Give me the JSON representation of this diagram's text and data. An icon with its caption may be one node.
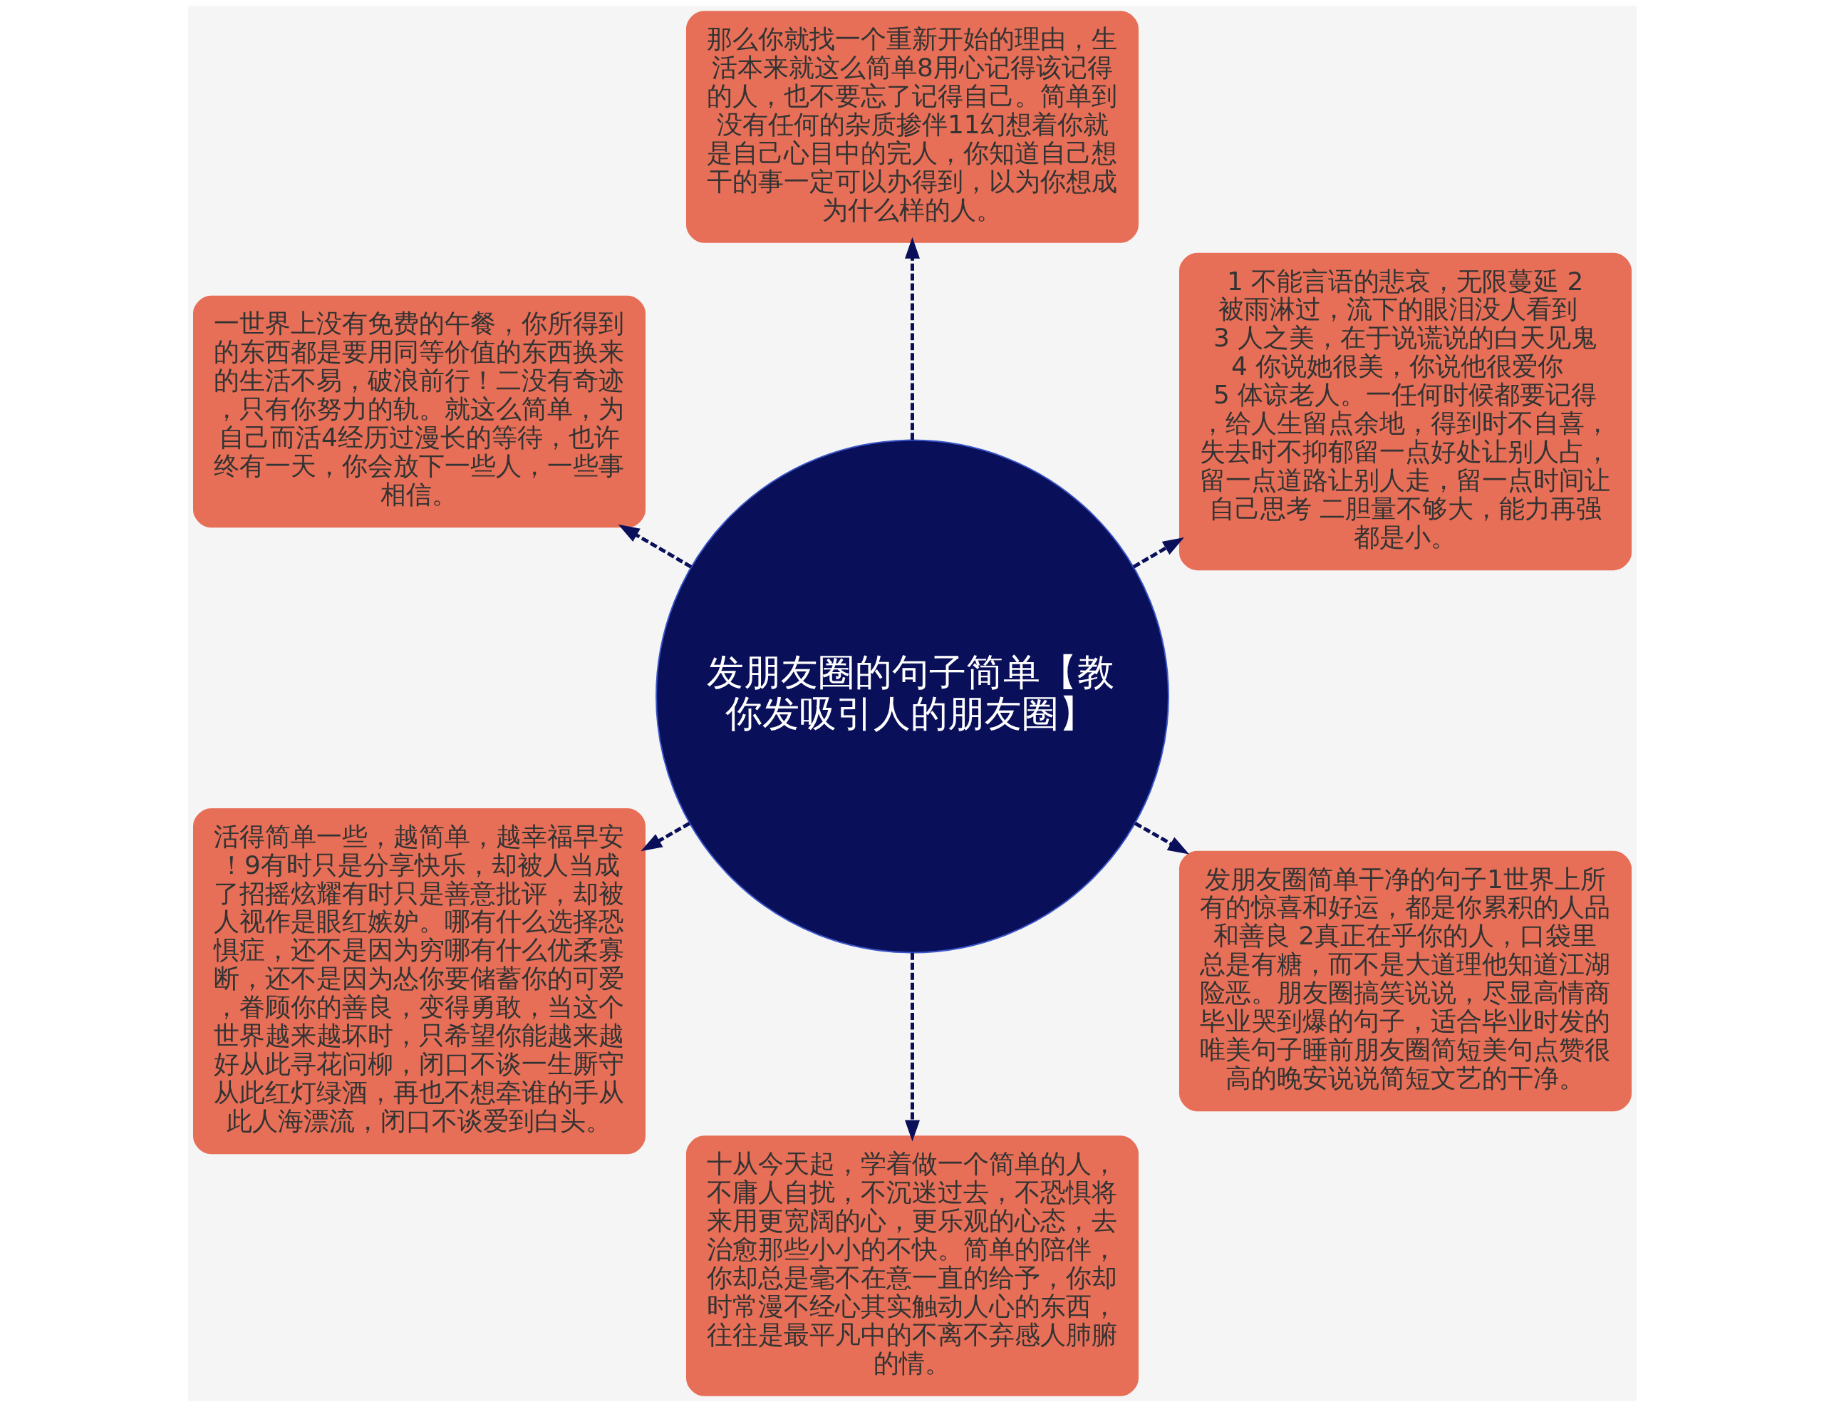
{
  "diagram": {
    "nodes": [
      {
        "text": [
          "发朋友圈的句子简单【教你发吸引人的朋友圈】"
        ]
      },
      {
        "text": [
          "1 不能言语的悲哀，无限蔓延 2 被雨淋过，流下的眼泪没人看到 3 人之美，在于说谎说的白天见鬼 4 你说她很美，你说他很爱你 5 体谅老人。一任何时候都要记得，给人生留点余地，得到时不自喜，失去时不抑郁留一点好处让别人占，留一点道路让别人走，留一点时间让自己思考 二胆量不够大，能力再强都是小。"
        ]
      },
      {
        "text": [
          "那么你就找一个重新开始的理由，生活本来就这么简单8用心记得该记得的人，也不要忘了记得自己。简单到没有任何的杂质掺伴11幻想着你就是自己心目中的完人，你知道自己想干的事一定可以办得到，以为你想成为什么样的人。"
        ]
      },
      {
        "text": [
          "一世界上没有免费的午餐，你所得到的东西都是要用同等价值的东西换来的生活不易，破浪前行！二没有奇迹，只有你努力的轨。就这么简单，为自己而活4经历过漫长的等待，也许终有一天，你会放下一些人，一些事相信。"
        ]
      },
      {
        "text": [
          "活得简单一些，越简单，越幸福早安！9有时只是分享快乐，却被人当成了招摇炫耀有时只是善意批评，却被人视作是眼红嫉妒。哪有什么选择恐惧症，还不是因为穷哪有什么优柔寡断，还不是因为怂你要储蓄你的可爱，眷顾你的善良，变得勇敢，当这个世界越来越坏时，只希望你能越来越好从此寻花问柳，闭口不谈一生厮守从此红灯绿酒，再也不想牵谁的手从此人海漂流，闭口不谈爱到白头。"
        ]
      },
      {
        "text": [
          "十从今天起，学着做一个简单的人，不庸人自扰，不沉迷过去，不恐惧将来用更宽阔的心，更乐观的心态，去治愈那些小小的不快。简单的陪伴，你却总是毫不在意一直的给予，你却时常漫不经心其实触动人心的东西，往往是最平凡中的不离不弃感人肺腑的情。"
        ]
      },
      {
        "text": [
          "发朋友圈简单干净的句子1世界上所有的惊喜和好运，都是你累积的人品和善良 2真正在乎你的人，口袋里总是有糖，而不是大道理他知道江湖险恶。朋友圈搞笑说说，尽显高情商毕业哭到爆的句子，适合毕业时发的唯美句子睡前朋友圈简短美句点赞很高的晚安说说简短文艺的干净。"
        ]
      }
    ],
    "edges": [
      {
        "from": 0,
        "to": 1,
        "arrow": "to",
        "style": "dashed"
      },
      {
        "from": 0,
        "to": 2,
        "arrow": "to",
        "style": "dashed"
      },
      {
        "from": 0,
        "to": 3,
        "arrow": "to",
        "style": "dashed"
      },
      {
        "from": 0,
        "to": 4,
        "arrow": "to",
        "style": "dashed"
      },
      {
        "from": 0,
        "to": 5,
        "arrow": "to",
        "style": "dashed"
      },
      {
        "from": 0,
        "to": 6,
        "arrow": "to",
        "style": "dashed"
      }
    ]
  }
}
